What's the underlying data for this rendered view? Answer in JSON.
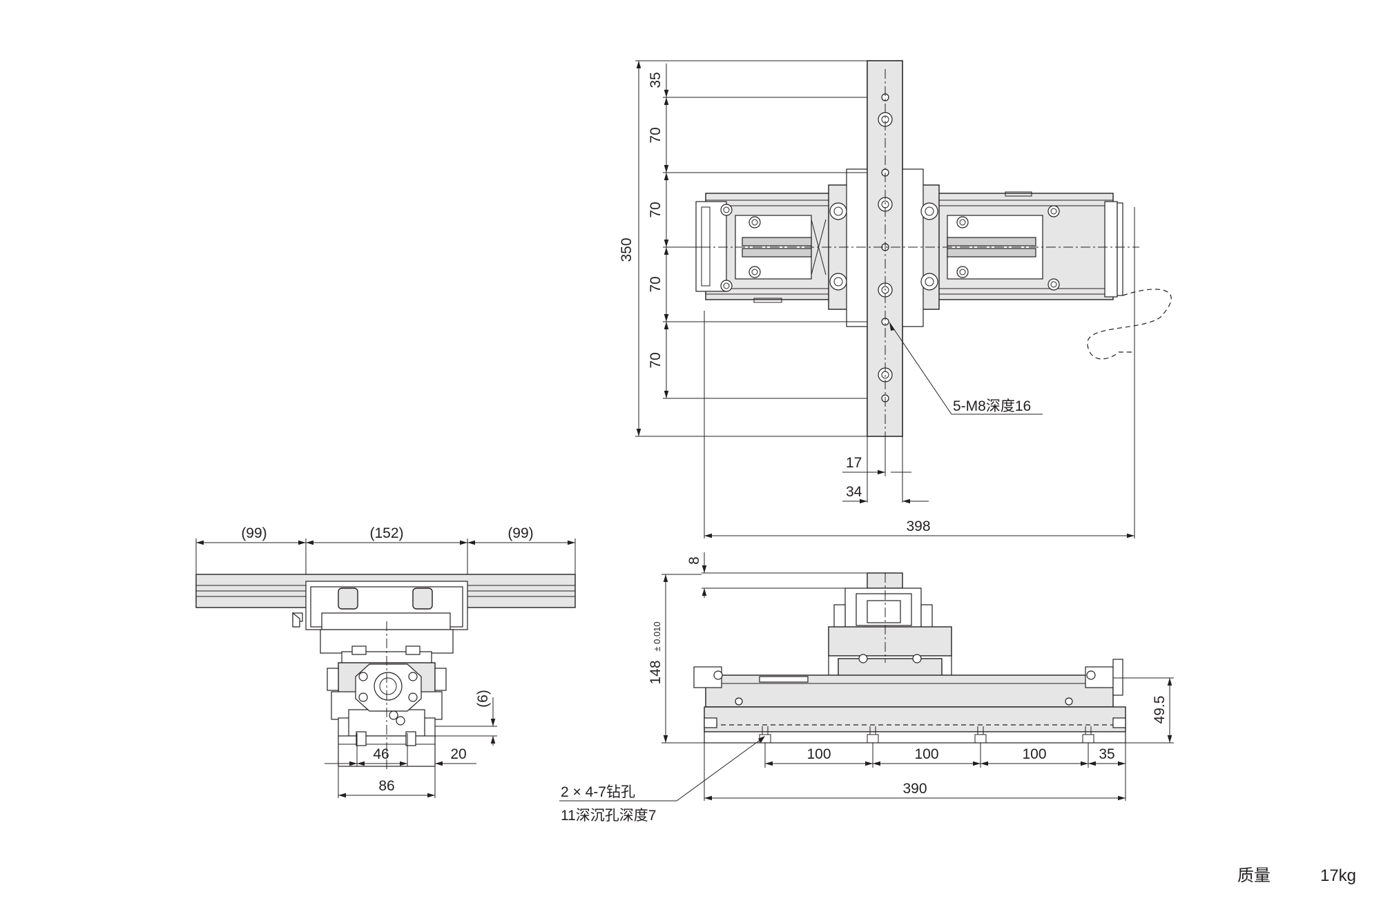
{
  "top_view": {
    "dim_35": "35",
    "dim_70_a": "70",
    "dim_70_b": "70",
    "dim_70_c": "70",
    "dim_70_d": "70",
    "dim_350": "350",
    "dim_17": "17",
    "dim_34": "34",
    "dim_398": "398",
    "callout_holes": "5-M8深度16"
  },
  "end_view": {
    "dim_99_left": "(99)",
    "dim_152": "(152)",
    "dim_99_right": "(99)",
    "dim_6": "(6)",
    "dim_46": "46",
    "dim_20": "20",
    "dim_86": "86"
  },
  "side_view": {
    "dim_8": "8",
    "dim_148": "148",
    "dim_148_tol": "± 0.010",
    "dim_49_5": "49.5",
    "dim_100_a": "100",
    "dim_100_b": "100",
    "dim_100_c": "100",
    "dim_35": "35",
    "dim_390": "390",
    "callout_line1": "2 × 4-7钻孔",
    "callout_line2": "11深沉孔深度7"
  },
  "mass": {
    "label": "质量",
    "value": "17kg"
  }
}
